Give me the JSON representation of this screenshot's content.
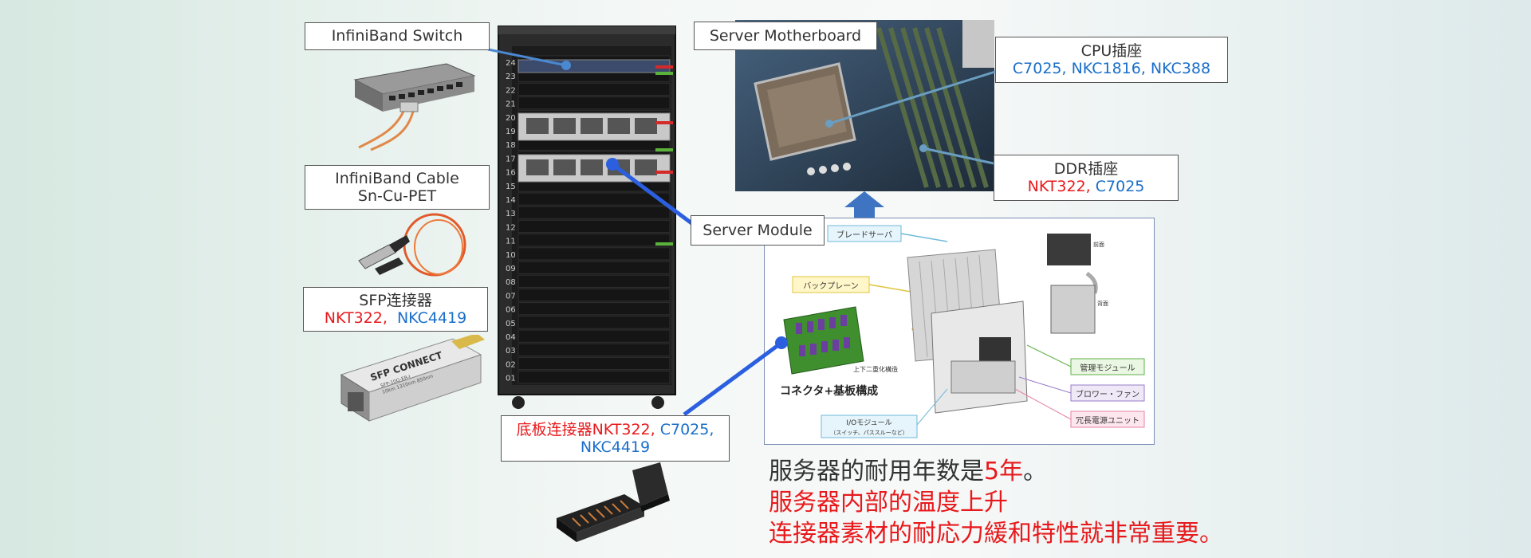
{
  "labels": {
    "infiniband_switch": "InfiniBand Switch",
    "infiniband_cable_line1": "InfiniBand Cable",
    "infiniband_cable_line2": "Sn-Cu-PET",
    "sfp_title": "SFP连接器",
    "sfp_models_red": "NKT322,",
    "sfp_models_blue": "NKC4419",
    "server_motherboard": "Server Motherboard",
    "cpu_title": "CPU插座",
    "cpu_models": "C7025, NKC1816, NKC388",
    "ddr_title": "DDR插座",
    "ddr_red": "NKT322,",
    "ddr_blue": "C7025",
    "server_module": "Server Module",
    "backboard_red": "底板连接器NKT322,",
    "backboard_blue1": "C7025,",
    "backboard_blue2": "NKC4419"
  },
  "rack_units": [
    "24",
    "23",
    "22",
    "21",
    "20",
    "19",
    "18",
    "17",
    "16",
    "15",
    "14",
    "13",
    "12",
    "11",
    "10",
    "09",
    "08",
    "07",
    "06",
    "05",
    "04",
    "03",
    "02",
    "01"
  ],
  "blade_diagram": {
    "blade_server": "ブレードサーバ",
    "backplane": "バックプレーン",
    "duplex": "上下二重化構造",
    "connector": "コネクタ+基板構成",
    "front": "前面",
    "rear": "背面",
    "management": "管理モジュール",
    "blower": "ブロワー・ファン",
    "psu": "冗長電源ユニット",
    "io_line1": "I/Oモジュール",
    "io_line2": "（スイッチ、パススルーなど）"
  },
  "sfp_module_text": {
    "brand": "SFP CONNECT",
    "line2": "SFP-10G-ER-I",
    "line3": "10km 1310nm 850nm"
  },
  "bottom_text": {
    "line1_dark": "服务器的耐用年数是",
    "line1_red": "5年",
    "line1_end": "。",
    "line2": "服务器内部的温度上升",
    "line3": "连接器素材的耐応力緩和特性就非常重要。"
  },
  "colors": {
    "red": "#e8191c",
    "blue": "#1a6fc9",
    "pointer_blue": "#2b5fe0",
    "arrow_orange": "#f39a1a"
  }
}
